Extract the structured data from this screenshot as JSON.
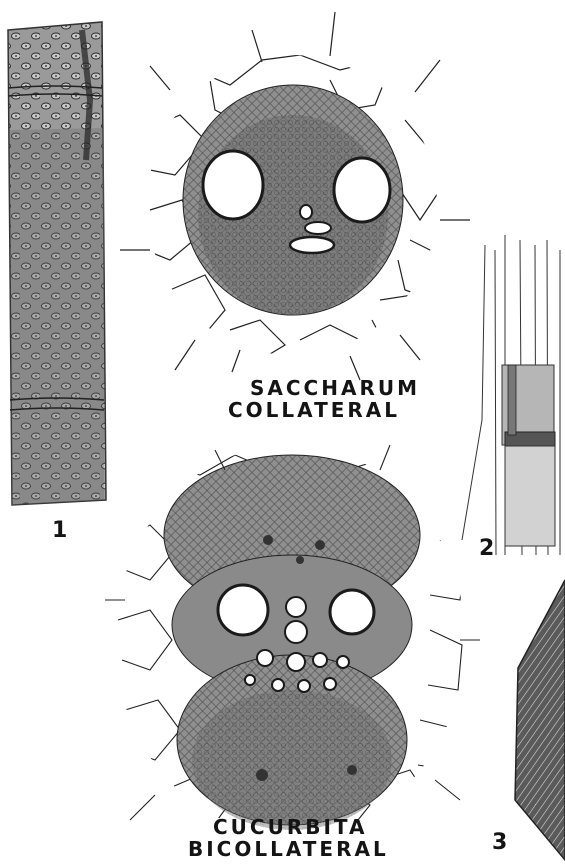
{
  "plate": {
    "figure_numbers": [
      "1",
      "2",
      "3"
    ],
    "captions": {
      "top_line1": "SACCHARUM",
      "top_line2": "COLLATERAL",
      "bottom_line1": "CUCURBITA",
      "bottom_line2": "BICOLLATERAL"
    }
  },
  "colors": {
    "ink": "#141414",
    "tissue_dark": "#6b6b6b",
    "tissue_mid": "#8c8c8c",
    "tissue_light": "#b4b4b4",
    "background": "#ffffff"
  }
}
